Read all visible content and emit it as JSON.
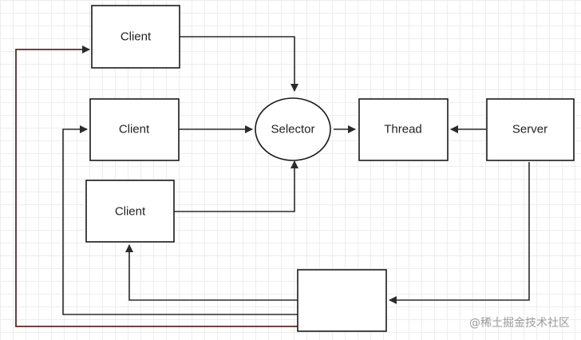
{
  "nodes": {
    "client_top": "Client",
    "client_middle": "Client",
    "client_bottom": "Client",
    "selector": "Selector",
    "thread": "Thread",
    "server": "Server",
    "dispatcher": ""
  },
  "colors": {
    "box_stroke": "#1a1a1a",
    "arrow": "#2b2b2b",
    "return_line_outer": "#5a2a2a"
  },
  "watermark": "@稀土掘金技术社区"
}
